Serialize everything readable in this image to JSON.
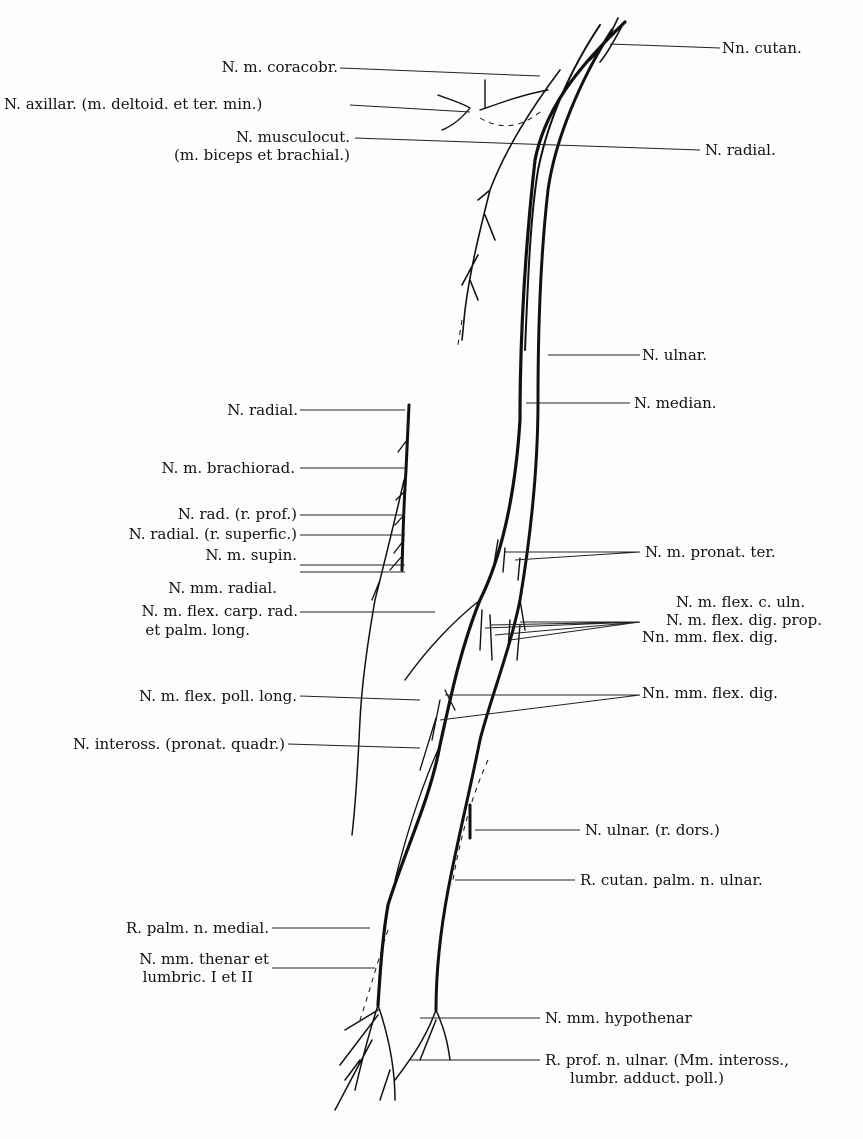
{
  "labels": {
    "nn_cutan": "Nn. cutan.",
    "n_m_coracobr": "N. m. coracobr.",
    "n_axillar": "N. axillar. (m. deltoid. et ter. min.)",
    "n_musculocut": "N. musculocut.",
    "n_musculocut_sub": "(m. biceps et brachial.)",
    "n_radial_upper": "N. radial.",
    "n_ulnar": "N. ulnar.",
    "n_median": "N. median.",
    "n_radial_left": "N. radial.",
    "n_m_brachiorad": "N. m. brachiorad.",
    "n_rad_r_prof": "N. rad. (r. prof.)",
    "n_radial_r_superfic": "N. radial. (r. superfic.)",
    "n_m_supin": "N. m. supin.",
    "n_mm_radial": "N. mm. radial.",
    "n_m_pronat_ter": "N. m. pronat. ter.",
    "n_m_flex_c_uln": "N. m. flex. c. uln.",
    "n_m_flex_dig_prop": "N. m. flex. dig. prop.",
    "n_m_flex_carp_rad": "N. m. flex. carp. rad.",
    "n_m_flex_carp_rad_sub": "et palm. long.",
    "nn_mm_flex_dig_1": "Nn. mm. flex. dig.",
    "nn_mm_flex_dig_2": "Nn. mm. flex. dig.",
    "n_m_flex_poll_long": "N. m. flex. poll. long.",
    "n_inteross": "N. inteross. (pronat. quadr.)",
    "n_ulnar_r_dors": "N. ulnar. (r. dors.)",
    "r_cutan_palm": "R. cutan. palm. n. ulnar.",
    "r_palm_n_medial": "R. palm. n. medial.",
    "n_mm_thenar": "N. mm. thenar et",
    "n_mm_thenar_sub": "lumbric. I et II",
    "n_mm_hypothenar": "N. mm. hypothenar",
    "r_prof_n_ulnar": "R. prof. n. ulnar. (Mm. inteross.,",
    "r_prof_n_ulnar_sub": "lumbr. adduct. poll.)"
  }
}
